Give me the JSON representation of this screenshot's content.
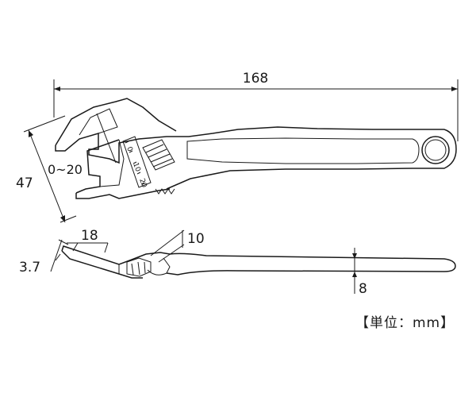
{
  "dimensions": {
    "overall_length": "168",
    "overall_height": "47",
    "jaw_opening": "0~20",
    "jaw_thickness": "18",
    "jaw_tip": "3.7",
    "head_thickness": "10",
    "handle_thickness": "8"
  },
  "scale_marks": [
    "0",
    "10",
    "20"
  ],
  "unit_label": {
    "open": "【",
    "text": "単位：",
    "unit": "mm",
    "close": "】"
  }
}
